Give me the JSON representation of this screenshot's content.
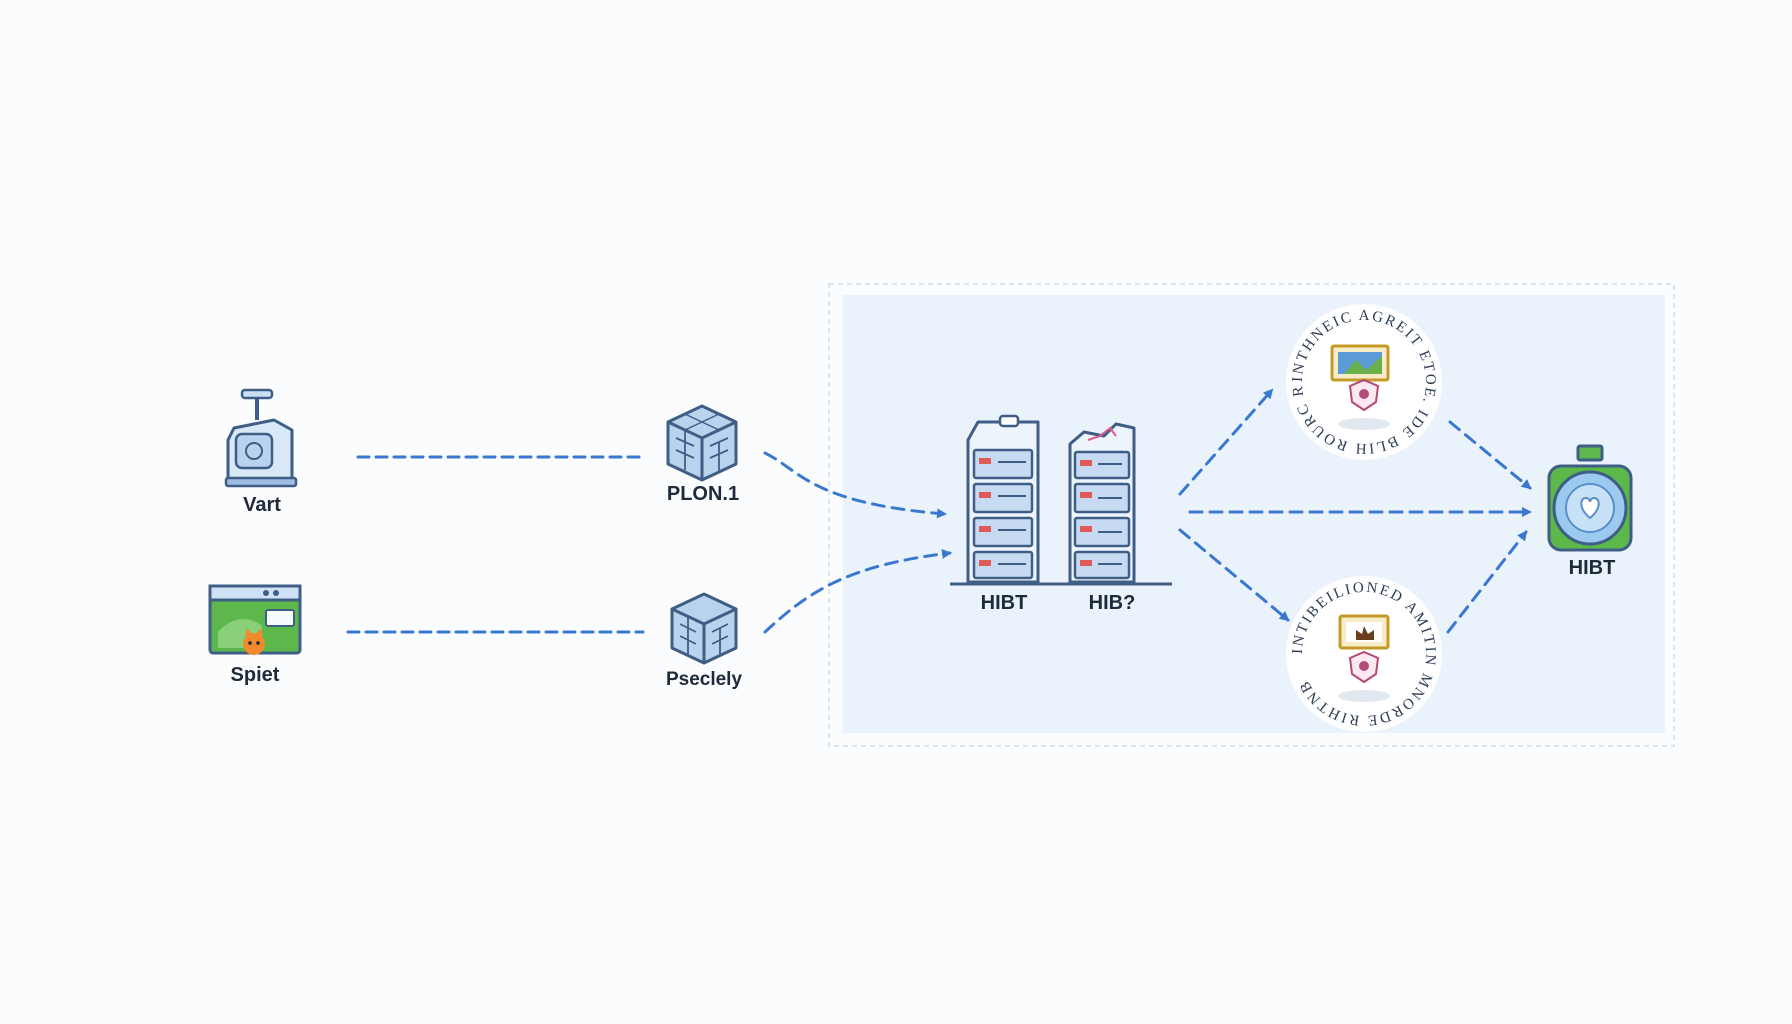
{
  "nodes": {
    "vart": {
      "label": "Vart",
      "icon": "cash-register-icon"
    },
    "spiet": {
      "label": "Spiet",
      "icon": "monitor-with-cat-icon"
    },
    "plon": {
      "label": "PLON.1",
      "icon": "cube-icon"
    },
    "pseclely": {
      "label": "Pseclely",
      "icon": "cube-icon"
    },
    "hibt_left": {
      "label": "HIBT",
      "icon": "server-rack-icon"
    },
    "hibt_right": {
      "label": "HIB?",
      "icon": "server-rack-icon"
    },
    "badge_top": {
      "ring_text": "INTHNEIC AGREIT ETOE. IDE BLIH ROURC RIH",
      "icon": "shield-badge-icon"
    },
    "badge_bottom": {
      "ring_text": "INTIBEILIONED AMITIN MNORDE RIHTNB",
      "icon": "shield-badge-icon"
    },
    "hibt_end": {
      "label": "HIBT",
      "icon": "stopwatch-icon"
    }
  },
  "colors": {
    "background": "#fafcfd",
    "panel_fill": "#eaf3fb",
    "connector": "#3a78d0",
    "icon_outline": "#3f5e86",
    "icon_fill": "#b9d3ef",
    "green": "#5cb84a",
    "orange": "#f08a2c"
  }
}
